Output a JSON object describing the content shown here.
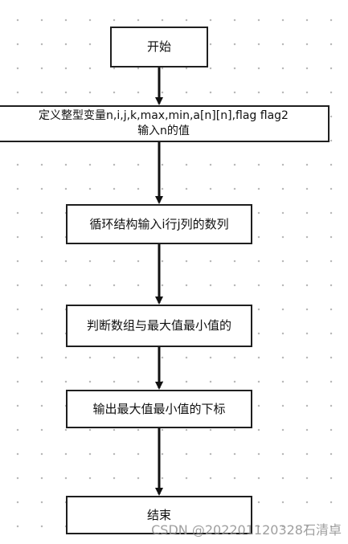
{
  "flowchart": {
    "start": "开始",
    "declare_line1": "定义整型变量n,i,j,k,max,min,a[n][n],flag flag2",
    "declare_line2": "输入n的值",
    "loop_input": "循环结构输入i行j列的数列",
    "compare": "判断数组与最大值最小值的",
    "output": "输出最大值最小值的下标",
    "end": "结束"
  },
  "watermark": "CSDN @202201120328石清卓",
  "colors": {
    "stroke": "#1f1f1f",
    "background": "#ffffff",
    "dot": "#b9b9b9"
  }
}
